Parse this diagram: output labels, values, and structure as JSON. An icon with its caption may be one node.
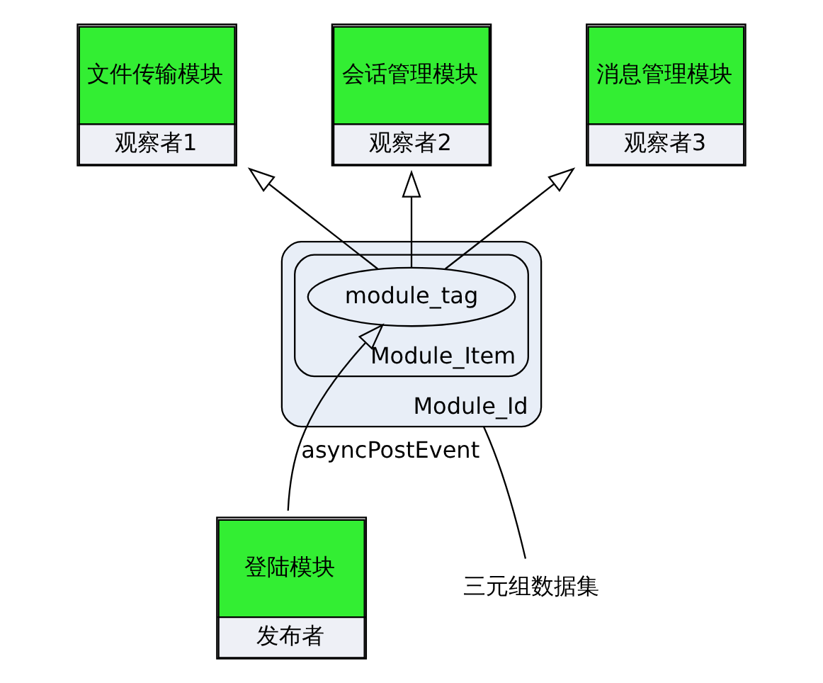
{
  "diagram": {
    "nodes": [
      {
        "text": [
          "Module_Id"
        ]
      },
      {
        "text": [
          "Module_Item"
        ],
        "in": 0
      },
      {
        "text": [
          "module_tag"
        ],
        "in": 1
      },
      {
        "text": [
          "文件传输模块",
          "观察者1"
        ]
      },
      {
        "text": [
          "会话管理模块",
          "观察者2"
        ]
      },
      {
        "text": [
          "消息管理模块",
          "观察者3"
        ]
      },
      {
        "text": [
          "登陆模块",
          "发布者"
        ]
      },
      {
        "text": [
          "三元组数据集"
        ]
      }
    ],
    "edges": [
      {
        "from": 6,
        "to": 2,
        "arrow": "to",
        "label": "asyncPostEvent"
      },
      {
        "from": 2,
        "to": 3,
        "arrow": "to"
      },
      {
        "from": 2,
        "to": 4,
        "arrow": "to"
      },
      {
        "from": 2,
        "to": 5,
        "arrow": "to"
      },
      {
        "from": 7,
        "to": 0,
        "arrow": "none"
      }
    ]
  }
}
